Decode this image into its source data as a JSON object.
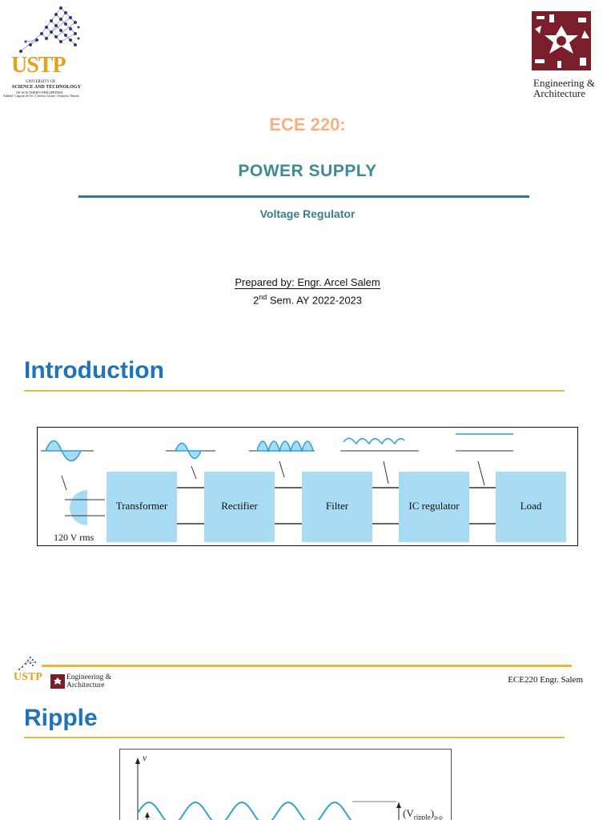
{
  "slide1": {
    "logo_left": {
      "wordmark": "USTP",
      "university_line1": "UNIVERSITY OF",
      "university_line2": "SCIENCE AND TECHNOLOGY",
      "university_line3": "OF SOUTHERN PHILIPPINES",
      "campuses": "Alubijid | Cagayan de Oro | Claveria | Jasaan | Oroquieta | Panaon"
    },
    "logo_right": {
      "line1": "Engineering &",
      "line2": "Architecture"
    },
    "course_code": "ECE 220:",
    "title": "POWER SUPPLY",
    "subtitle": "Voltage Regulator",
    "prepared_by": "Prepared by: Engr. Arcel Salem",
    "semester_prefix": "2",
    "semester_sup": "nd",
    "semester_rest": " Sem. AY 2022-2023"
  },
  "slide2": {
    "heading": "Introduction",
    "diagram": {
      "source_label": "120 V rms",
      "blocks": [
        "Transformer",
        "Rectifier",
        "Filter",
        "IC regulator",
        "Load"
      ]
    }
  },
  "slide3": {
    "header_right_logo_line1": "Engineering &",
    "header_right_logo_line2": "Architecture",
    "header_left_wordmark": "USTP",
    "footer": "ECE220 Engr. Salem",
    "heading": "Ripple",
    "graph": {
      "y_axis_label": "v",
      "ripple_label": "(V",
      "ripple_sub": "ripple",
      "ripple_close": ")",
      "ripple_subscript": "p-p"
    }
  },
  "colors": {
    "accent_orange": "#f4b183",
    "teal": "#3f8a94",
    "heading_blue": "#1f74b8",
    "gold_rule": "#e8b83a",
    "block_fill": "#a8dcf4",
    "maroon": "#7a1e2c"
  }
}
